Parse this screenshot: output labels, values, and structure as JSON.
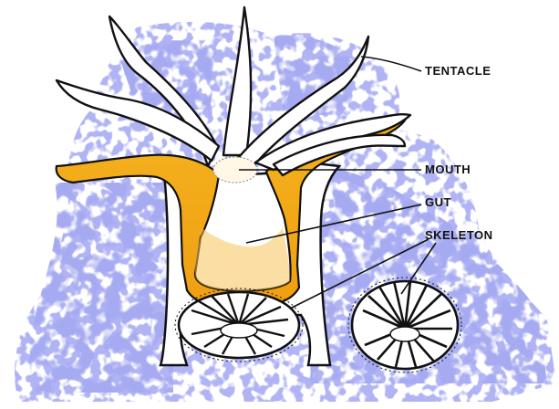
{
  "diagram": {
    "labels": {
      "tentacle": "TENTACLE",
      "mouth": "MOUTH",
      "gut": "GUT",
      "skeleton": "SKELETON"
    },
    "colors": {
      "background": "#ffffff",
      "tissue_blue": "#6f73e6",
      "tissue_blue_light": "#a9acf3",
      "gut_orange": "#f2a516",
      "outline": "#111111",
      "body_white": "#ffffff"
    }
  }
}
